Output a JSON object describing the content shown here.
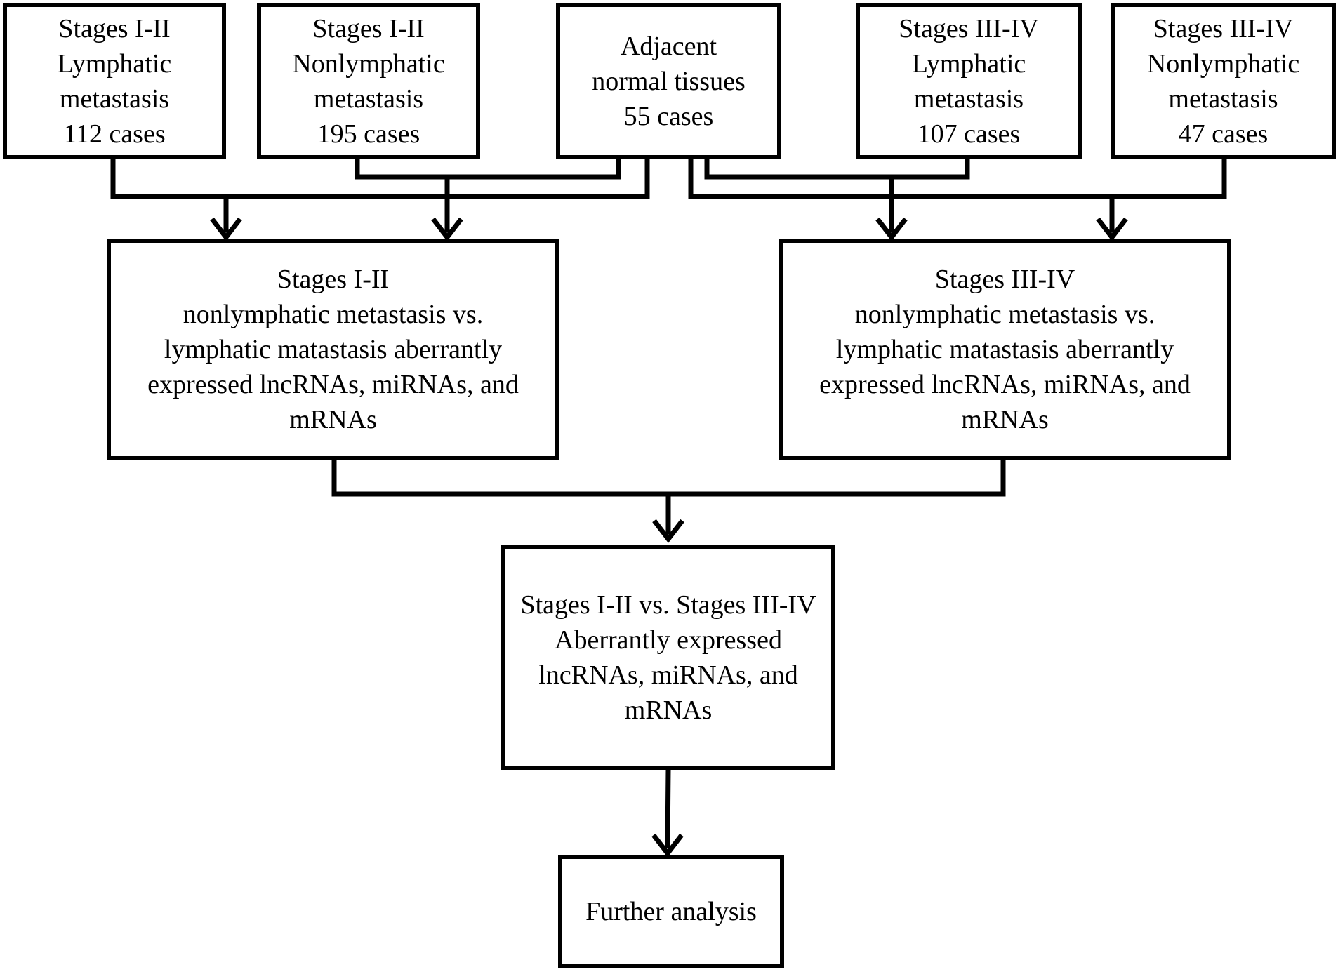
{
  "diagram": {
    "nodes": {
      "s12_lymph": {
        "lines": [
          "Stages I-II",
          "Lymphatic",
          "metastasis",
          "112 cases"
        ]
      },
      "s12_nonlymph": {
        "lines": [
          "Stages I-II",
          "Nonlymphatic",
          "metastasis",
          "195 cases"
        ]
      },
      "adjacent": {
        "lines": [
          "Adjacent",
          "normal tissues",
          "55 cases"
        ]
      },
      "s34_lymph": {
        "lines": [
          "Stages III-IV",
          "Lymphatic",
          "metastasis",
          "107 cases"
        ]
      },
      "s34_nonlymph": {
        "lines": [
          "Stages III-IV",
          "Nonlymphatic",
          "metastasis",
          "47 cases"
        ]
      },
      "s12_compare": {
        "lines": [
          "Stages I-II",
          "nonlymphatic metastasis vs.",
          "lymphatic matastasis aberrantly",
          "expressed lncRNAs, miRNAs, and",
          "mRNAs"
        ]
      },
      "s34_compare": {
        "lines": [
          "Stages III-IV",
          "nonlymphatic metastasis vs.",
          "lymphatic matastasis aberrantly",
          "expressed lncRNAs, miRNAs, and",
          "mRNAs"
        ]
      },
      "stage_compare": {
        "lines": [
          "Stages I-II vs. Stages III-IV",
          "Aberrantly expressed",
          "lncRNAs, miRNAs, and",
          "mRNAs"
        ]
      },
      "further": {
        "lines": [
          "Further analysis"
        ]
      }
    }
  }
}
